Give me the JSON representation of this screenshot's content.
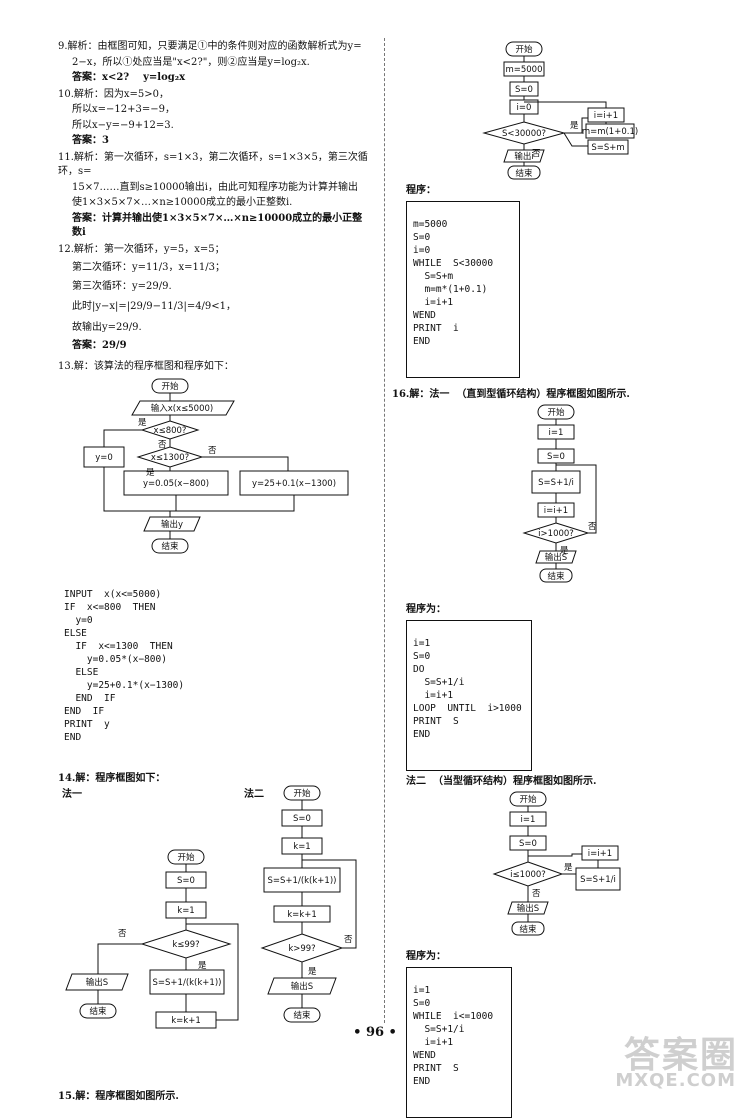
{
  "left": {
    "p9": [
      "9.解析：由框图可知，只要满足①中的条件则对应的函数解析式为y=",
      "2−x，所以①处应当是\"x<2?\"，则②应当是y=log₂x."
    ],
    "a9": "答案：x<2?    y=log₂x",
    "p10": [
      "10.解析：因为x=5>0，",
      "所以x=−12+3=−9，",
      "所以x−y=−9+12=3."
    ],
    "a10": "答案：3",
    "p11": [
      "11.解析：第一次循环，s=1×3，第二次循环，s=1×3×5，第三次循环，s=",
      "15×7……直到s≥10000输出i，由此可知程序功能为计算并输出",
      "使1×3×5×7×…×n≥10000成立的最小正整数i."
    ],
    "a11": [
      "答案：计算并输出使1×3×5×7×…×n≥10000成立的最小正整",
      "数i"
    ],
    "p12": [
      "12.解析：第一次循环，y=5，x=5；",
      "第二次循环：y=11/3，x=11/3；",
      "第三次循环：y=29/9.",
      "此时|y−x|=|29/9−11/3|=4/9<1，",
      "故输出y=29/9."
    ],
    "a12": "答案：29/9",
    "p13": "13.解：该算法的程序框图和程序如下：",
    "fc13": {
      "start": "开始",
      "input": "输入x(x≤5000)",
      "c1": "x≤800?",
      "c2": "x≤1300?",
      "yes": "是",
      "no": "否",
      "y0": "y=0",
      "y1": "y=0.05(x−800)",
      "y2": "y=25+0.1(x−1300)",
      "out": "输出y",
      "end": "结束"
    },
    "code13": [
      "INPUT  x(x<=5000)",
      "IF  x<=800  THEN",
      "  y=0",
      "ELSE",
      "  IF  x<=1300  THEN",
      "    y=0.05*(x−800)",
      "  ELSE",
      "    y=25+0.1*(x−1300)",
      "  END  IF",
      "END  IF",
      "PRINT  y",
      "END"
    ],
    "p14": "14.解：程序框图如下：",
    "m1": "法一",
    "m2": "法二",
    "fc14a": {
      "start": "开始",
      "s0": "S=0",
      "k1": "k=1",
      "cond": "k≤99?",
      "yes": "是",
      "no": "否",
      "body": "S=S+1/(k(k+1))",
      "inc": "k=k+1",
      "out": "输出S",
      "end": "结束"
    },
    "fc14b": {
      "start": "开始",
      "s0": "S=0",
      "k1": "k=1",
      "body": "S=S+1/(k(k+1))",
      "inc": "k=k+1",
      "cond": "k>99?",
      "yes": "是",
      "no": "否",
      "out": "输出S",
      "end": "结束"
    },
    "p15": "15.解：程序框图如图所示."
  },
  "right": {
    "fc15": {
      "start": "开始",
      "m": "m=5000",
      "s": "S=0",
      "i": "i=0",
      "cond": "S<30000?",
      "yes": "是",
      "no": "否",
      "inc": "i=i+1",
      "mm": "m=m(1+0.1)",
      "ss": "S=S+m",
      "out": "输出i",
      "end": "结束"
    },
    "label15": "程序：",
    "code15": [
      "m=5000",
      "S=0",
      "i=0",
      "WHILE  S<30000",
      "  S=S+m",
      "  m=m*(1+0.1)",
      "  i=i+1",
      "WEND",
      "PRINT  i",
      "END"
    ],
    "p16": "16.解：法一  （直到型循环结构）程序框图如图所示.",
    "fc16a": {
      "start": "开始",
      "i1": "i=1",
      "s0": "S=0",
      "body": "S=S+1/i",
      "inc": "i=i+1",
      "cond": "i>1000?",
      "yes": "是",
      "no": "否",
      "out": "输出S",
      "end": "结束"
    },
    "label16a": "程序为：",
    "code16a": [
      "i=1",
      "S=0",
      "DO",
      "  S=S+1/i",
      "  i=i+1",
      "LOOP  UNTIL  i>1000",
      "PRINT  S",
      "END"
    ],
    "p16b": "法二  （当型循环结构）程序框图如图所示.",
    "fc16b": {
      "start": "开始",
      "i1": "i=1",
      "s0": "S=0",
      "cond": "i≤1000?",
      "yes": "是",
      "no": "否",
      "inc": "i=i+1",
      "body": "S=S+1/i",
      "out": "输出S",
      "end": "结束"
    },
    "label16b": "程序为：",
    "code16b": [
      "i=1",
      "S=0",
      "WHILE  i<=1000",
      "  S=S+1/i",
      "  i=i+1",
      "WEND",
      "PRINT  S",
      "END"
    ]
  },
  "page_number": "• 96 •",
  "watermark": "答案圈",
  "watermark_url": "MXQE.COM"
}
